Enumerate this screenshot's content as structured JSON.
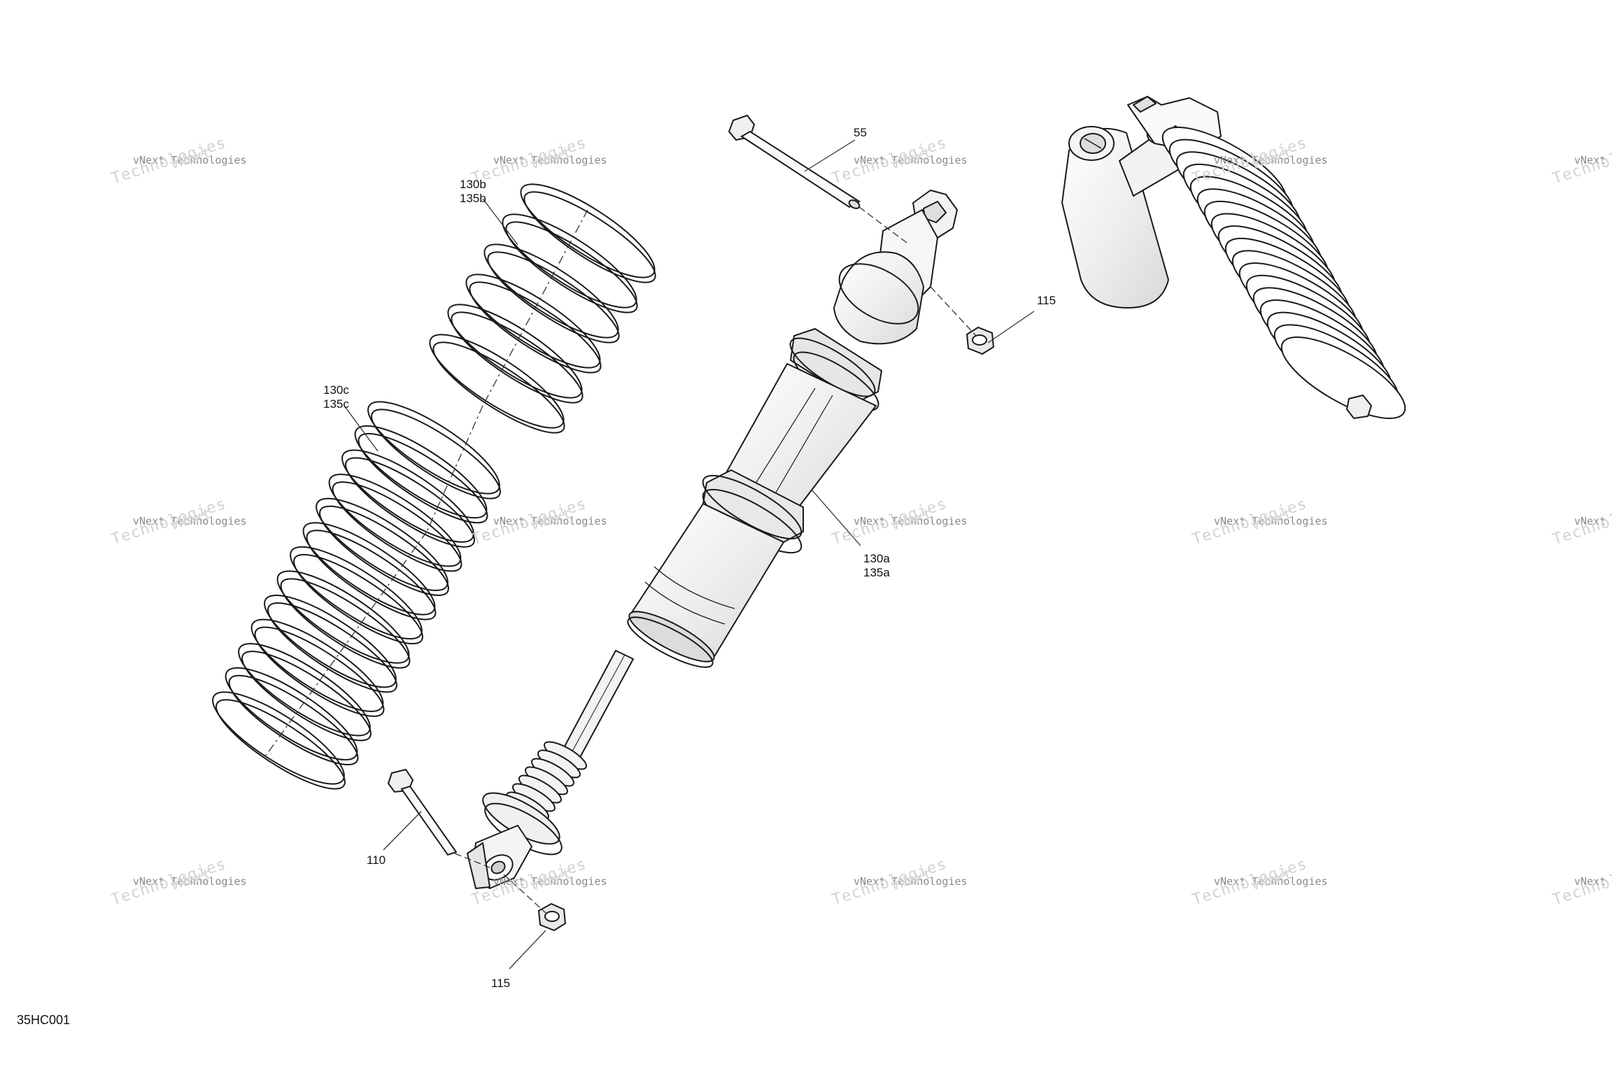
{
  "drawing_code": "35HC001",
  "watermark": {
    "line1": "vNext Technologies",
    "line2": "Technologies",
    "line3": "vNext"
  },
  "callouts": {
    "c55": [
      "55"
    ],
    "c115_top": [
      "115"
    ],
    "c130b": [
      "130b",
      "135b"
    ],
    "c130c": [
      "130c",
      "135c"
    ],
    "c130a": [
      "130a",
      "135a"
    ],
    "c110": [
      "110"
    ],
    "c115_bottom": [
      "115"
    ]
  },
  "colors": {
    "line": "#1a1a1a",
    "leader": "#333333",
    "shade": "#dcdcdc",
    "highlight": "#f4f4f4"
  }
}
